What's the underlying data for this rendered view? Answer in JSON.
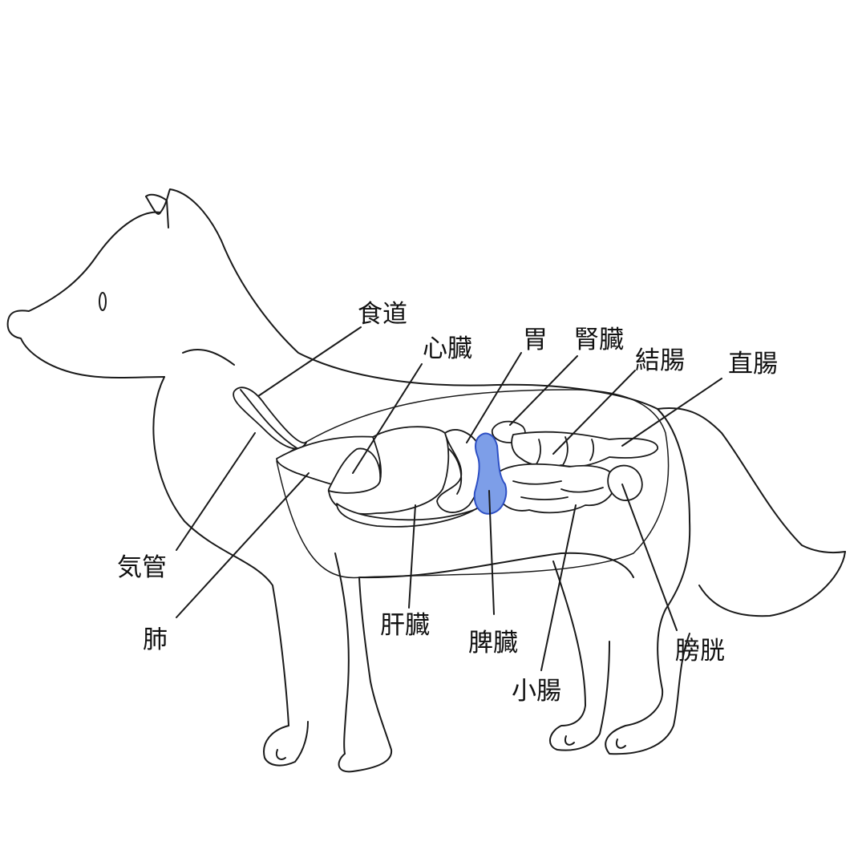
{
  "labels": {
    "esophagus": "食道",
    "heart": "心臓",
    "stomach": "胃",
    "kidney": "腎臓",
    "colon": "結腸",
    "rectum": "直腸",
    "trachea": "気管",
    "lung": "肺",
    "liver": "肝臓",
    "spleen": "脾臓",
    "small_intestine": "小腸",
    "bladder": "膀胱"
  },
  "colors": {
    "highlight_fill": "#7d9ee8",
    "highlight_stroke": "#2d4fc4",
    "line": "#1a1a1a"
  }
}
